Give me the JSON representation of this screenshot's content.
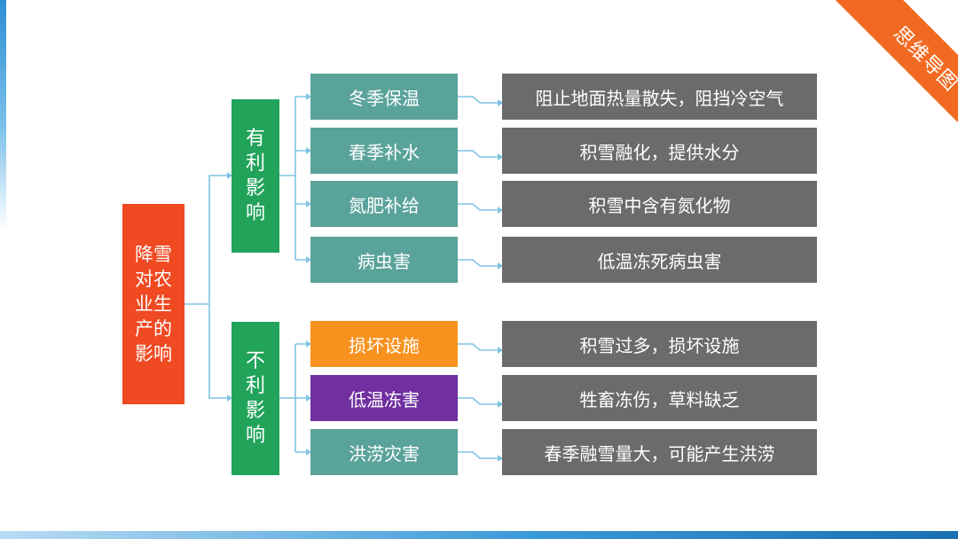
{
  "corner_label": "思维导图",
  "root": "降雪对农业生产的影响",
  "colors": {
    "root": "#f04a22",
    "group": "#21a35a",
    "teal": "#5aa39b",
    "orange": "#f7921e",
    "purple": "#7030a0",
    "desc": "#6b6b6b",
    "connector": "#7fc3e3",
    "corner": "#f26a21"
  },
  "groups": [
    {
      "label": "有利影响",
      "items": [
        {
          "category": "冬季保温",
          "description": "阻止地面热量散失，阻挡冷空气",
          "color": "#5aa39b"
        },
        {
          "category": "春季补水",
          "description": "积雪融化，提供水分",
          "color": "#5aa39b"
        },
        {
          "category": "氮肥补给",
          "description": "积雪中含有氮化物",
          "color": "#5aa39b"
        },
        {
          "category": "病虫害",
          "description": "低温冻死病虫害",
          "color": "#5aa39b"
        }
      ]
    },
    {
      "label": "不利影响",
      "items": [
        {
          "category": "损坏设施",
          "description": "积雪过多，损坏设施",
          "color": "#f7921e"
        },
        {
          "category": "低温冻害",
          "description": "牲畜冻伤，草料缺乏",
          "color": "#7030a0"
        },
        {
          "category": "洪涝灾害",
          "description": "春季融雪量大，可能产生洪涝",
          "color": "#5aa39b"
        }
      ]
    }
  ]
}
